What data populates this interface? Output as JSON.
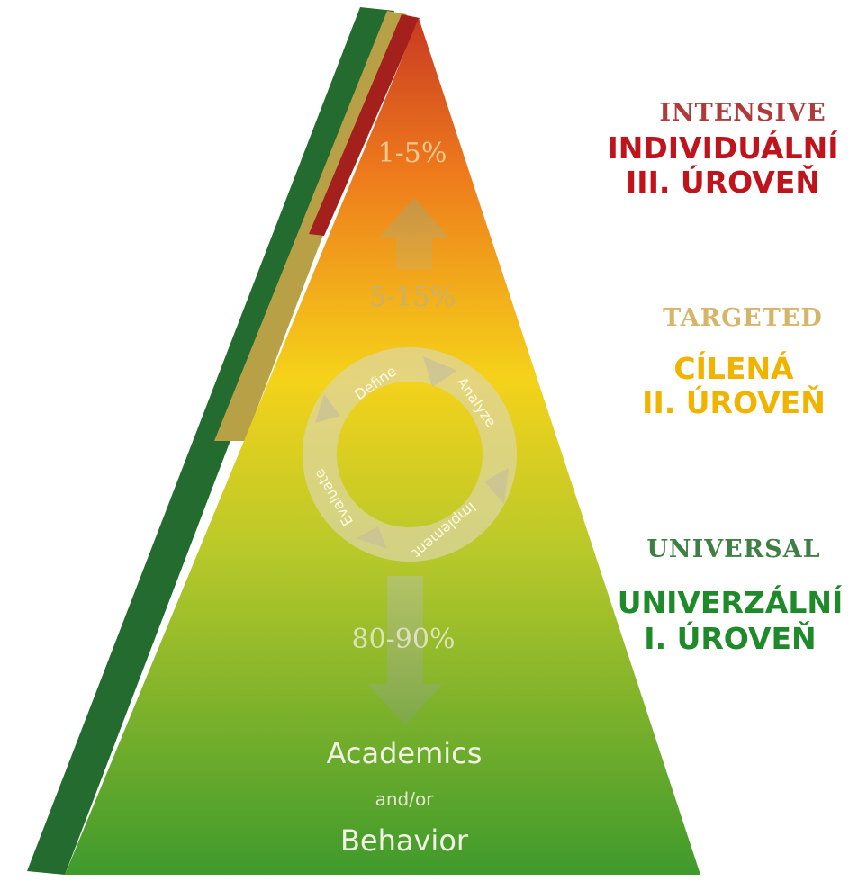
{
  "pyramid": {
    "percent_top": "1-5%",
    "percent_middle": "5-15%",
    "percent_bottom": "80-90%",
    "base_line1": "Academics",
    "base_line2": "and/or",
    "base_line3": "Behavior",
    "cycle_steps": [
      "Define",
      "Analyze",
      "Implement",
      "Evaluate"
    ]
  },
  "tiers": {
    "intensive": {
      "en": "INTENSIVE",
      "cz_line1": "INDIVIDUÁLNÍ",
      "cz_line2": "III. ÚROVEŇ",
      "color": "#c0141c",
      "en_color": "#b03a3a"
    },
    "targeted": {
      "en": "TARGETED",
      "cz_line1": "CÍLENÁ",
      "cz_line2": "II. ÚROVEŇ",
      "color": "#f0b400",
      "en_color": "#d6b56a"
    },
    "universal": {
      "en": "UNIVERSAL",
      "cz_line1": "UNIVERZÁLNÍ",
      "cz_line2": "I. ÚROVEŇ",
      "color": "#1f8a2a",
      "en_color": "#3f7f46"
    }
  }
}
